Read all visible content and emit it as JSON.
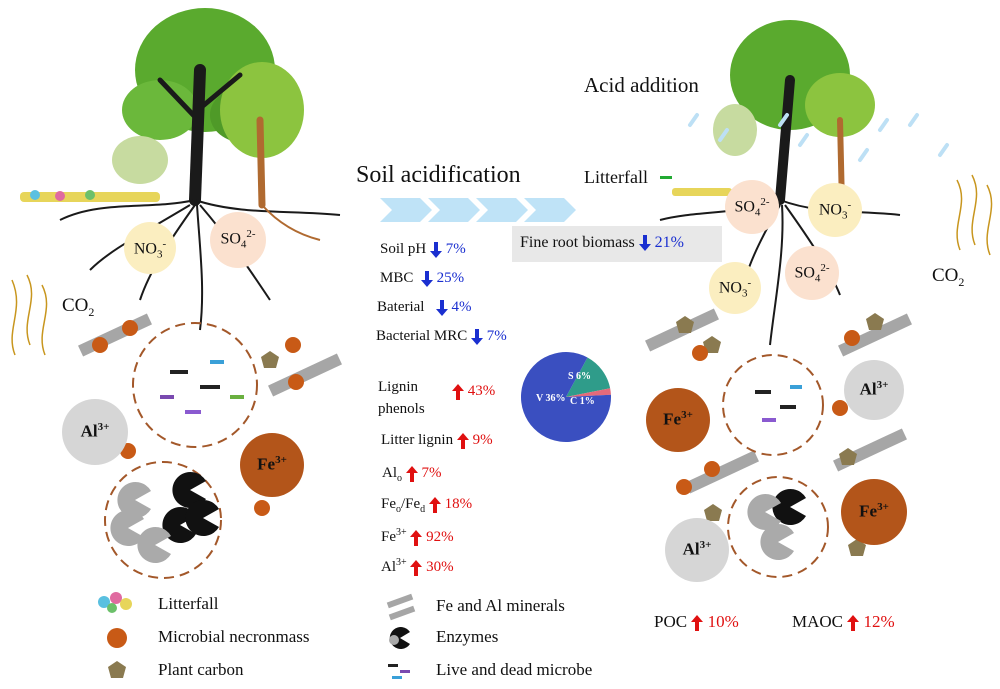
{
  "colors": {
    "down": "#1a2fd0",
    "up": "#e01010",
    "fe": "#b3551a",
    "al": "#d6d6d6",
    "necromass": "#c85a16",
    "plant": "#8a7a50",
    "mineral": "#a6a6a6",
    "flow": "#bfe3f7",
    "rain": "#bde0f5",
    "root": "#1a1a1a",
    "tree_green": "#55a62f"
  },
  "title": "Soil acidification",
  "acid_addition": "Acid addition",
  "litterfall_label": "Litterfall",
  "litterfall_sign": "-",
  "fine_root": {
    "label": "Fine root biomass",
    "value": "21%",
    "direction": "down"
  },
  "co2_left": {
    "base": "CO",
    "sub": "2"
  },
  "co2_right": {
    "base": "CO",
    "sub": "2"
  },
  "ions_left": {
    "no3": {
      "base": "NO",
      "sub": "3",
      "sup": "-"
    },
    "so4": {
      "base": "SO",
      "sub": "4",
      "sup": "2-"
    }
  },
  "ions_right": {
    "so4_a": {
      "base": "SO",
      "sub": "4",
      "sup": "2-"
    },
    "no3_a": {
      "base": "NO",
      "sub": "3",
      "sup": "-"
    },
    "no3_b": {
      "base": "NO",
      "sub": "3",
      "sup": "-"
    },
    "so4_b": {
      "base": "SO",
      "sub": "4",
      "sup": "2-"
    }
  },
  "metals": {
    "al_left": {
      "base": "Al",
      "sup": "3+"
    },
    "fe_left": {
      "base": "Fe",
      "sup": "3+"
    },
    "al_right": {
      "base": "Al",
      "sup": "3+"
    },
    "fe_right_top": {
      "base": "Fe",
      "sup": "3+"
    },
    "fe_right_bottom": {
      "base": "Fe",
      "sup": "3+"
    },
    "al_right_bottom": {
      "base": "Al",
      "sup": "3+"
    }
  },
  "metrics": [
    {
      "label": "Soil pH",
      "value": "7%",
      "direction": "down"
    },
    {
      "label": "MBC",
      "value": "25%",
      "direction": "down"
    },
    {
      "label": "Baterial",
      "value": "4%",
      "direction": "down"
    },
    {
      "label": "Bacterial MRC",
      "value": "7%",
      "direction": "down"
    },
    {
      "label": "Lignin",
      "label2": "phenols",
      "value": "43%",
      "direction": "up"
    },
    {
      "label": "Litter lignin",
      "value": "9%",
      "direction": "up"
    },
    {
      "label": "Al",
      "label_sub": "o",
      "value": "7%",
      "direction": "up"
    },
    {
      "label": "Fe",
      "label_sub": "o",
      "label_mid": "/Fe",
      "label_sub2": "d",
      "value": "18%",
      "direction": "up"
    },
    {
      "label": "Fe",
      "label_sup": "3+",
      "value": "92%",
      "direction": "up"
    },
    {
      "label": "Al",
      "label_sup": "3+",
      "value": "30%",
      "direction": "up"
    }
  ],
  "pie": [
    {
      "label": "V 36%",
      "value": 36,
      "color": "#3a4fc0"
    },
    {
      "label": "S 6%",
      "value": 6,
      "color": "#2f9c8a"
    },
    {
      "label": "C 1%",
      "value": 1,
      "color": "#e46a7a"
    }
  ],
  "poc": {
    "label": "POC",
    "value": "10%",
    "direction": "up"
  },
  "maoc": {
    "label": "MAOC",
    "value": "12%",
    "direction": "up"
  },
  "legend": [
    {
      "icon": "litterfall-icon",
      "label": "Litterfall"
    },
    {
      "icon": "microbial-necromass-icon",
      "label": "Microbial necronmass"
    },
    {
      "icon": "plant-carbon-icon",
      "label": "Plant carbon"
    },
    {
      "icon": "fe-al-minerals-icon",
      "label": "Fe and Al minerals"
    },
    {
      "icon": "enzymes-icon",
      "label": "Enzymes"
    },
    {
      "icon": "microbe-icon",
      "label": "Live and dead microbe"
    }
  ]
}
